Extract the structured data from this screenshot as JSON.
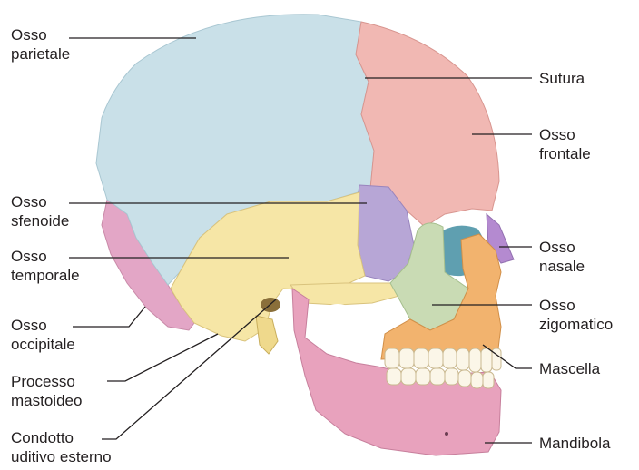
{
  "labels": {
    "parietale": {
      "line1": "Osso",
      "line2": "parietale"
    },
    "sfenoide": {
      "line1": "Osso",
      "line2": "sfenoide"
    },
    "temporale": {
      "line1": "Osso",
      "line2": "temporale"
    },
    "occipitale": {
      "line1": "Osso",
      "line2": "occipitale"
    },
    "mastoideo": {
      "line1": "Processo",
      "line2": "mastoideo"
    },
    "condotto": {
      "line1": "Condotto",
      "line2": "uditivo esterno"
    },
    "sutura": {
      "line1": "Sutura"
    },
    "frontale": {
      "line1": "Osso",
      "line2": "frontale"
    },
    "nasale": {
      "line1": "Osso",
      "line2": "nasale"
    },
    "zigomatico": {
      "line1": "Osso",
      "line2": "zigomatico"
    },
    "mascella": {
      "line1": "Mascella"
    },
    "mandibola": {
      "line1": "Mandibola"
    }
  },
  "colors": {
    "parietal": "#c9e0e8",
    "frontal": "#f1b8b3",
    "sphenoid": "#b7a6d6",
    "temporal": "#f6e6a6",
    "occipital": "#e3a6c6",
    "zygomatic": "#c9dbb4",
    "maxilla": "#f2b36e",
    "mandible": "#e8a2bd",
    "nasal": "#b48ad0",
    "teeth": "#fbf6e8",
    "leader": "#231f20"
  }
}
